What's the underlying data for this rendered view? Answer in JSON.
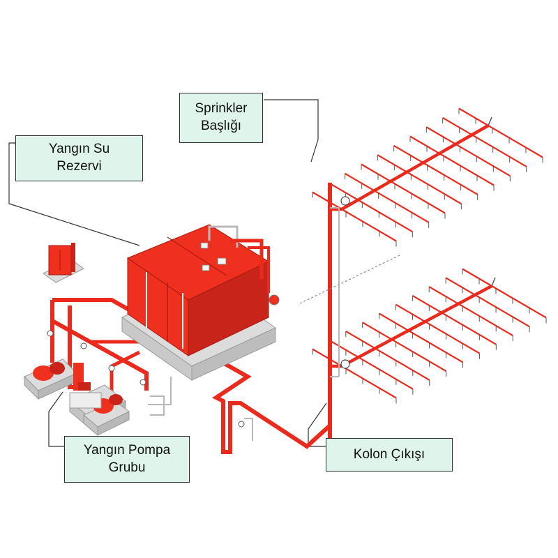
{
  "colors": {
    "pipe_red": "#ea2a1c",
    "tank_red": "#f0301e",
    "tank_shade": "#c8241a",
    "label_bg": "#dff5ec",
    "label_border": "#2f2f2f",
    "leader": "#333333",
    "base_grey": "#dcdcdc",
    "grey_pipe": "#b8b8b8"
  },
  "labels": {
    "tank": {
      "line1": "Yangın Su",
      "line2": "Rezervi"
    },
    "sprinkler": {
      "line1": "Sprinkler",
      "line2": "Başlığı"
    },
    "pump": {
      "line1": "Yangın Pompa",
      "line2": "Grubu"
    },
    "column": {
      "line1": "Kolon Çıkışı"
    }
  },
  "components": {
    "sprinkler_grids": 2,
    "branches_per_grid": 10,
    "heads_per_branch": 5,
    "fire_pumps": 3
  }
}
